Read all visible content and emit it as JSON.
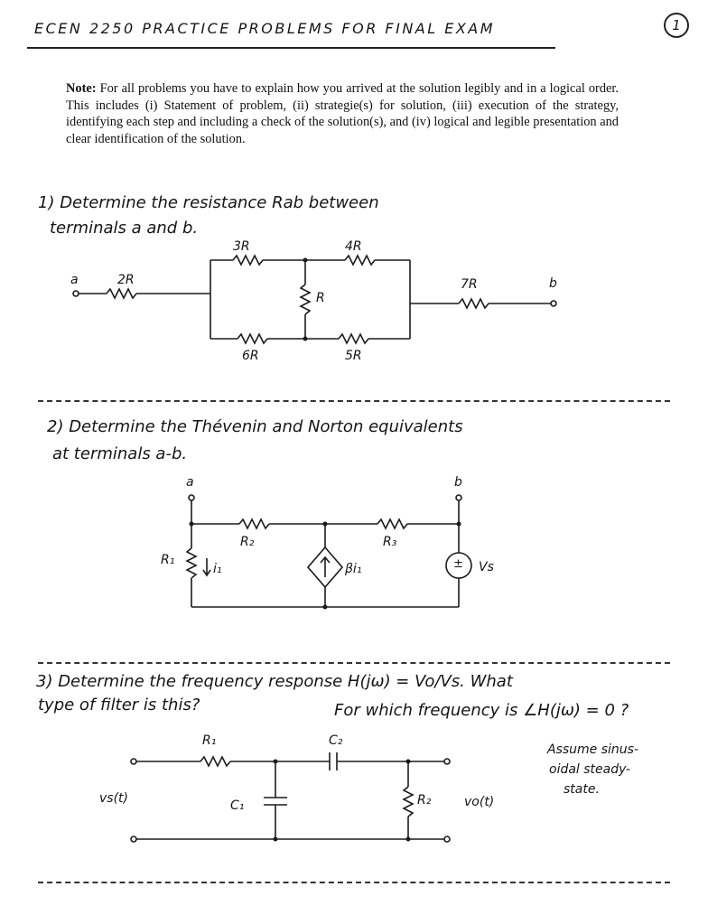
{
  "header": {
    "title": "ECEN 2250 PRACTICE PROBLEMS FOR FINAL EXAM",
    "page_number": "1"
  },
  "note": {
    "label": "Note:",
    "text": "For all problems you have to explain how you arrived at the solution legibly and in a logical order. This includes (i) Statement of problem, (ii) strategie(s) for solution, (iii) execution of the strategy, identifying each step and including a check of the solution(s), and (iv) logical and legible presentation and clear identification of the solution."
  },
  "problem1": {
    "line1": "1) Determine the resistance Rab between",
    "line2": "terminals a and b.",
    "labels": {
      "a": "a",
      "b": "b",
      "r2": "2R",
      "r3": "3R",
      "r4": "4R",
      "r_mid": "R",
      "r6": "6R",
      "r5": "5R",
      "r7": "7R"
    }
  },
  "problem2": {
    "line1": "2) Determine the Thévenin and Norton equivalents",
    "line2": "at terminals a-b.",
    "labels": {
      "a": "a",
      "b": "b",
      "r1": "R₁",
      "i1": "i₁",
      "r2": "R₂",
      "r3": "R₃",
      "beta_i1": "βi₁",
      "vs": "Vs",
      "plus_minus": "±"
    }
  },
  "problem3": {
    "line1": "3) Determine the frequency response H(jω) = Vo/Vs. What",
    "line2a": "type of filter is this?",
    "line2b": "For which frequency is ∠H(jω) = 0 ?",
    "assume_line1": "Assume sinus-",
    "assume_line2": "oidal steady-",
    "assume_line3": "state.",
    "labels": {
      "r1": "R₁",
      "c2": "C₂",
      "c1": "C₁",
      "r2": "R₂",
      "vs": "vs(t)",
      "vo": "vo(t)"
    }
  }
}
